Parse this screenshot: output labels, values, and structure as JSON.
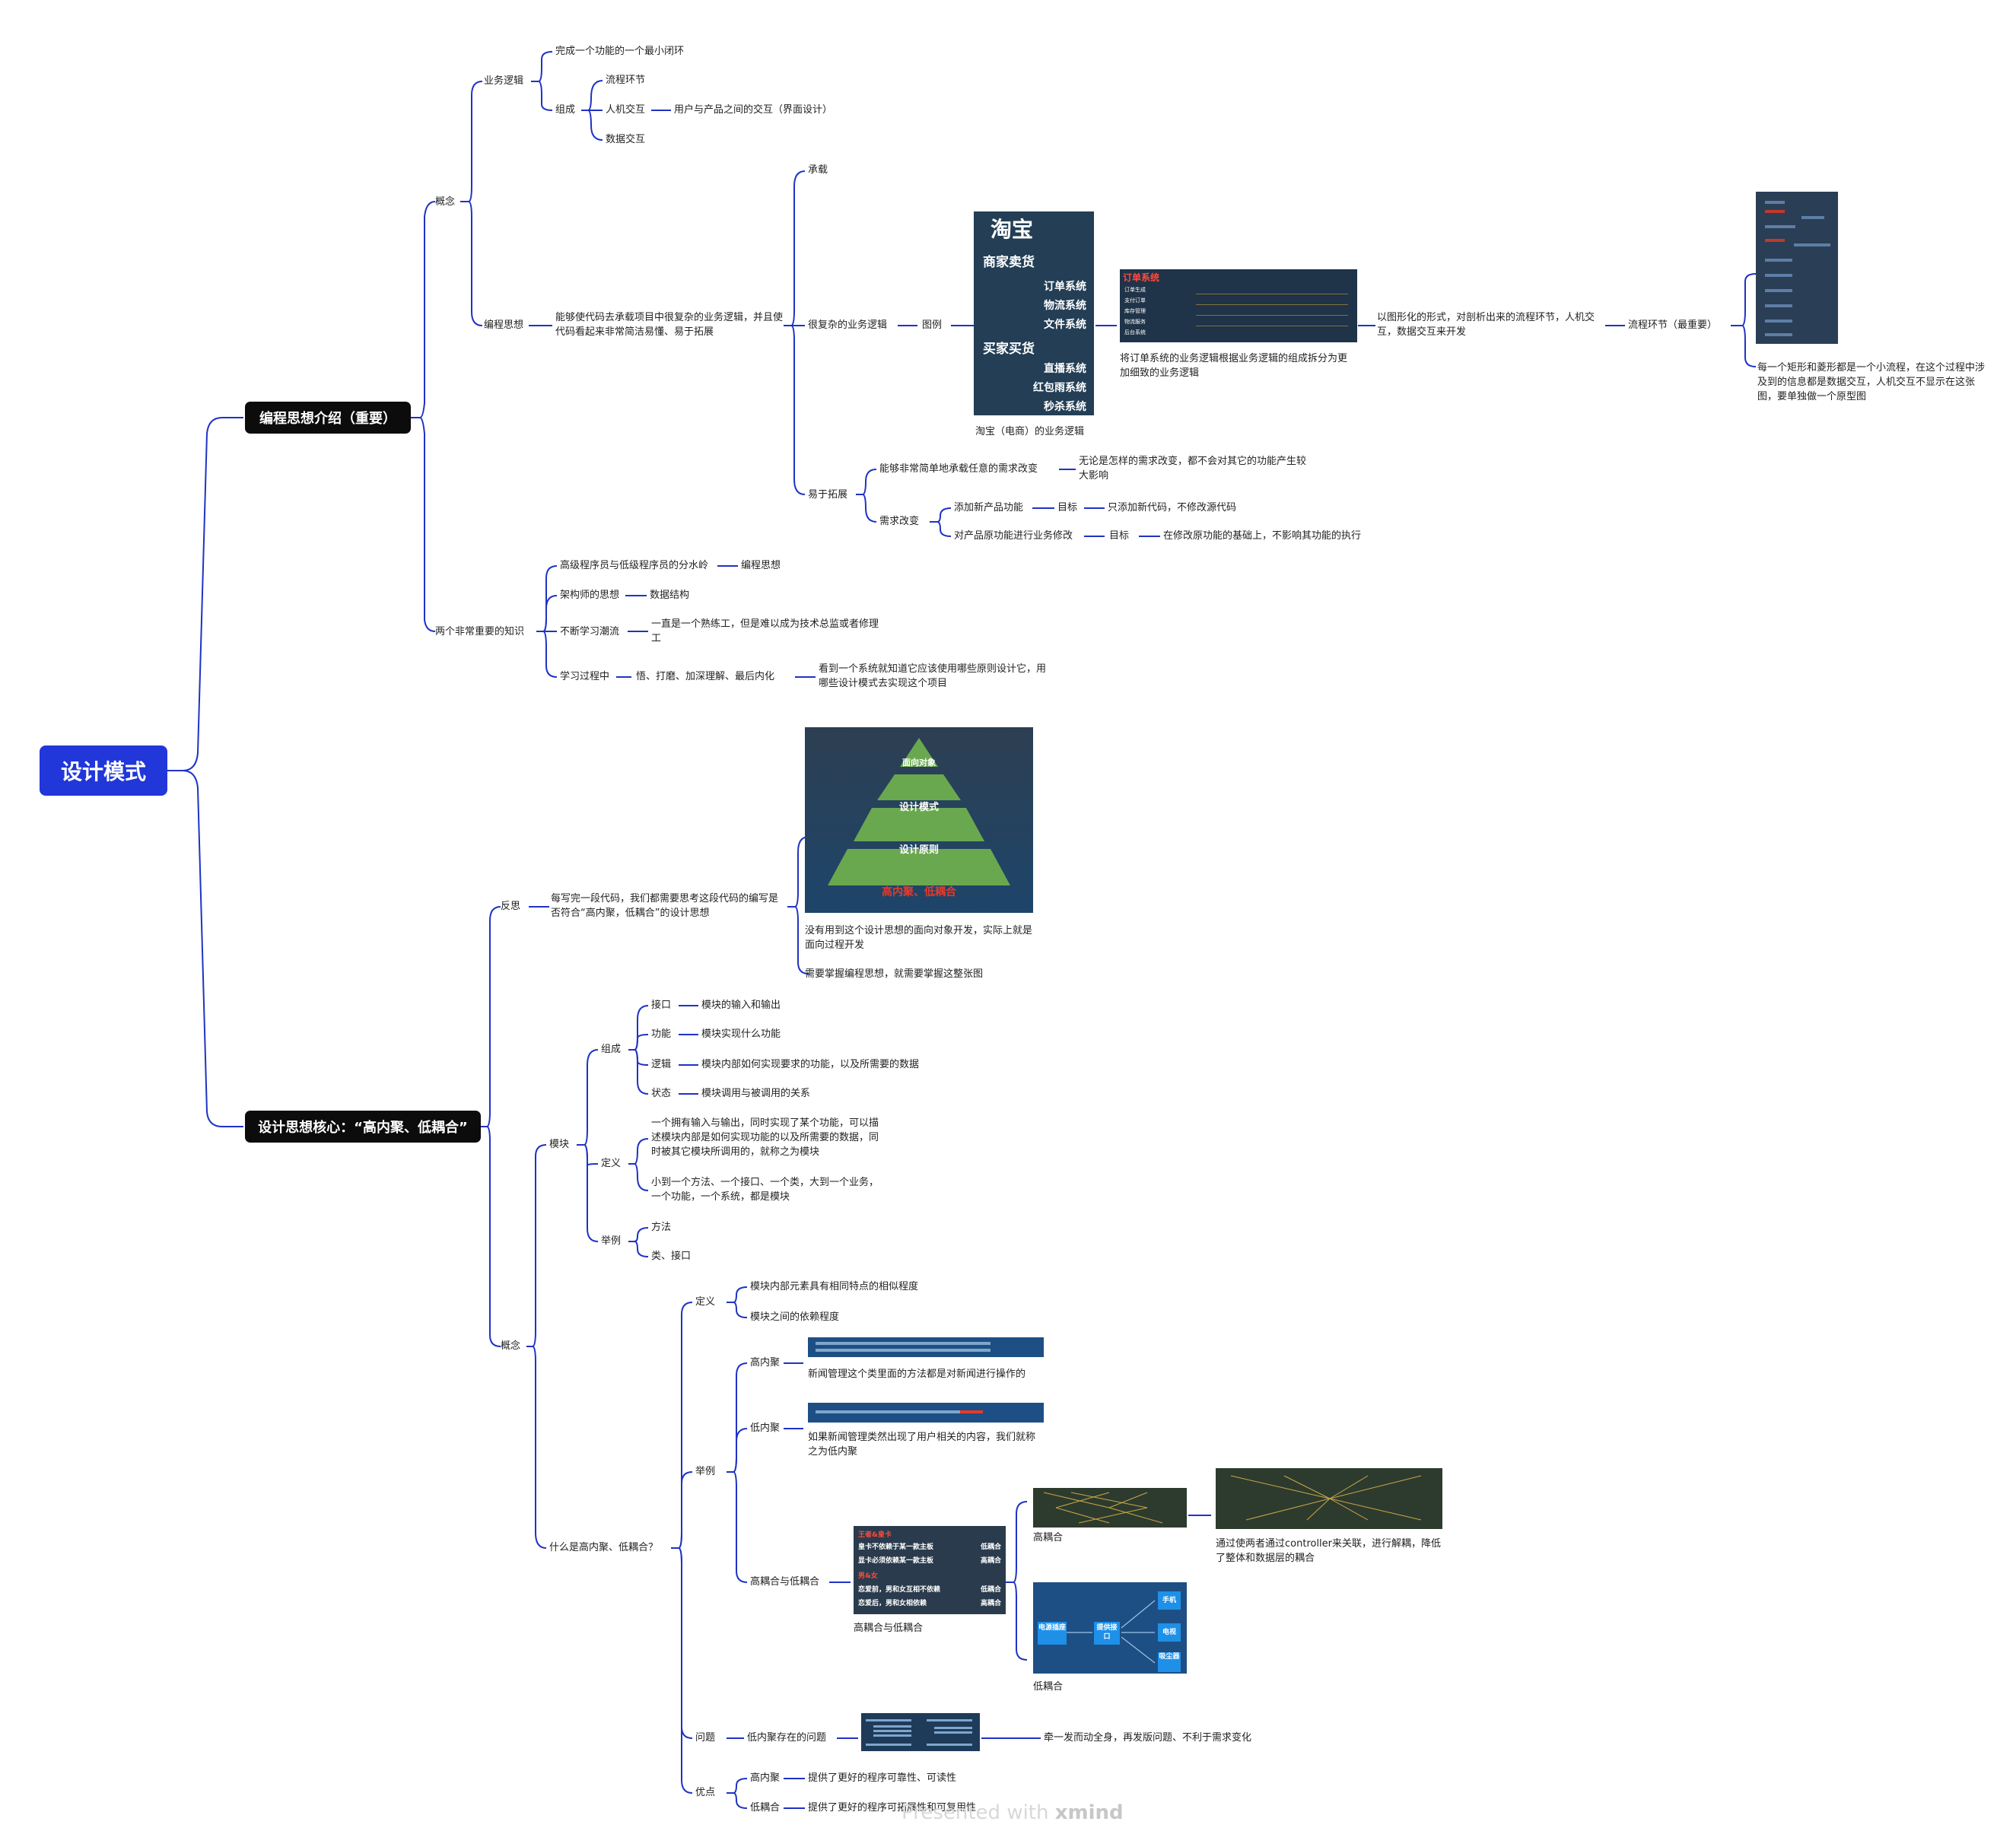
{
  "root": "设计模式",
  "branches": [
    {
      "title": "编程思想介绍（重要）"
    },
    {
      "title": "设计思想核心：“高内聚、低耦合”"
    }
  ],
  "labels": {
    "gainian": "概念",
    "yewu": "业务逻辑",
    "yewu_1": "完成一个功能的一个最小闭环",
    "zucheng": "组成",
    "liucheng": "流程环节",
    "renji": "人机交互",
    "renji_d": "用户与产品之间的交互（界面设计）",
    "shuju": "数据交互",
    "biancheng": "编程思想",
    "biancheng_d": "能够使代码去承载项目中很复杂的业务逻辑，并且使代码看起来非常简洁易懂、易于拓展",
    "chengzai": "承载",
    "fuza": "很复杂的业务逻辑",
    "tuli": "图例",
    "taobao_cap": "淘宝（电商）的业务逻辑",
    "order_cap": "将订单系统的业务逻辑根据业务逻辑的组成拆分为更加细致的业务逻辑",
    "tuxing": "以图形化的形式，对剖析出来的流程环节，人机交互，数据交互来开发",
    "liucheng_key": "流程环节（最重要）",
    "rect_note": "每一个矩形和菱形都是一个小流程，在这个过程中涉及到的信息都是数据交互，人机交互不显示在这张图，要单独做一个原型图",
    "yikuo": "易于拓展",
    "chengzai_req": "能够非常简单地承载任意的需求改变",
    "chengzai_req_d": "无论是怎样的需求改变，都不会对其它的功能产生较大影响",
    "xuqiu": "需求改变",
    "add_feat": "添加新产品功能",
    "mubiao1": "目标",
    "add_goal": "只添加新代码，不修改源代码",
    "modify_feat": "对产品原功能进行业务修改",
    "mubiao2": "目标",
    "modify_goal": "在修改原功能的基础上，不影响其功能的执行",
    "two_know": "两个非常重要的知识",
    "senior": "高级程序员与低级程序员的分水岭",
    "senior_d": "编程思想",
    "arch": "架构师的思想",
    "arch_d": "数据结构",
    "learn": "不断学习潮流",
    "learn_d": "一直是一个熟练工，但是难以成为技术总监或者修理工",
    "process": "学习过程中",
    "process_d": "悟、打磨、加深理解、最后内化",
    "process_dd": "看到一个系统就知道它应该使用哪些原则设计它，用哪些设计模式去实现这个项目",
    "fansi": "反思",
    "fansi_d": "每写完一段代码，我们都需要思考这段代码的编写是否符合“高内聚，低耦合”的设计思想",
    "pyramid_cap": "没有用到这个设计思想的面向对象开发，实际上就是面向过程开发",
    "pyramid_cap2": "需要掌握编程思想，就需要掌握这整张图",
    "gainian2": "概念",
    "mokuai": "模块",
    "zucheng2": "组成",
    "jiekou": "接口",
    "jiekou_d": "模块的输入和输出",
    "gongneng": "功能",
    "gongneng_d": "模块实现什么功能",
    "luoji": "逻辑",
    "luoji_d": "模块内部如何实现要求的功能，以及所需要的数据",
    "zhuangtai": "状态",
    "zhuangtai_d": "模块调用与被调用的关系",
    "dingyi": "定义",
    "dingyi_1": "一个拥有输入与输出，同时实现了某个功能，可以描述模块内部是如何实现功能的以及所需要的数据，同时被其它模块所调用的，就称之为模块",
    "dingyi_2": "小到一个方法、一个接口、一个类，大到一个业务，一个功能，一个系统，都是模块",
    "juli": "举例",
    "fangfa": "方法",
    "lei": "类、接口",
    "what": "什么是高内聚、低耦合？",
    "dingyi3": "定义",
    "def_a": "模块内部元素具有相同特点的相似程度",
    "def_b": "模块之间的依赖程度",
    "juli2": "举例",
    "gaoneiju": "高内聚",
    "gaoneiju_cap": "新闻管理这个类里面的方法都是对新闻进行操作的",
    "dineiju": "低内聚",
    "dineiju_cap": "如果新闻管理类然出现了用户相关的内容，我们就称之为低内聚",
    "ouhe": "高耦合与低耦合",
    "ouhe_cap": "高耦合与低耦合",
    "gaoouhe": "高耦合",
    "diouhe": "低耦合",
    "controller": "通过使两者通过controller来关联，进行解耦，降低了整体和数据层的耦合",
    "wenti": "问题",
    "wenti_d": "低内聚存在的问题",
    "wenti_dd": "牵一发而动全身，再发版问题、不利于需求变化",
    "youdian": "优点",
    "gaonj": "高内聚",
    "gaonj_d": "提供了更好的程序可靠性、可读性",
    "dioh": "低耦合",
    "dioh_d": "提供了更好的程序可拓展性和可复用性"
  },
  "taobao": {
    "title": "淘宝",
    "sec1": "商家卖货",
    "items1": [
      "订单系统",
      "物流系统",
      "文件系统"
    ],
    "sec2": "买家买货",
    "items2": [
      "直播系统",
      "红包雨系统",
      "秒杀系统"
    ]
  },
  "order_panel": {
    "title": "订单系统",
    "rows": [
      "订单生成",
      "支付订单",
      "库存管理",
      "物流服务",
      "后台系统"
    ]
  },
  "pyramid": [
    "面向对象",
    "设计模式",
    "设计原则",
    "高内聚、低耦合"
  ],
  "coupling_table": {
    "h1": "王者&皇卡",
    "r1": [
      "皇卡不依赖于某一款主板",
      "低耦合"
    ],
    "r2": [
      "显卡必须依赖某一款主板",
      "高耦合"
    ],
    "h2": "男&女",
    "r3": [
      "恋爱前，男和女互相不依赖",
      "低耦合"
    ],
    "r4": [
      "恋爱后，男和女相依赖",
      "高耦合"
    ]
  },
  "low_coupling_diagram": {
    "n1": "电源插座",
    "n2": "提供接口",
    "outs": [
      "手机",
      "电视",
      "吸尘器"
    ]
  },
  "footer": {
    "text": "Presented with ",
    "brand": "xmind"
  },
  "colors": {
    "line": "#1f33c4",
    "root": "#2137d9",
    "main": "#0c0c0c",
    "panel": "#233e55"
  }
}
